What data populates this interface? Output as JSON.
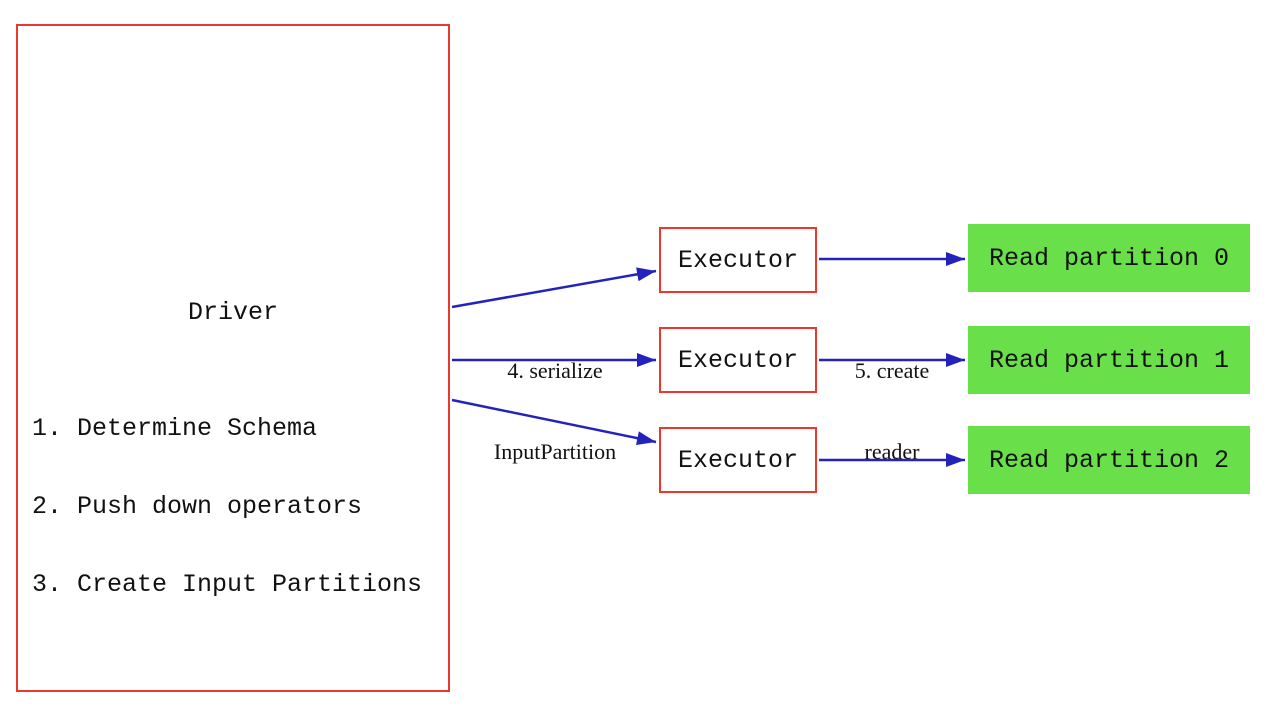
{
  "diagram": {
    "colors": {
      "box_border_red": "#e8392b",
      "arrow_blue": "#2323bb",
      "partition_green": "#69e049",
      "text_black": "#111111",
      "background": "#ffffff"
    },
    "driver": {
      "title": "Driver",
      "steps": [
        "1. Determine Schema",
        "2. Push down operators",
        "3. Create Input Partitions"
      ]
    },
    "executors": [
      {
        "label": "Executor"
      },
      {
        "label": "Executor"
      },
      {
        "label": "Executor"
      }
    ],
    "partitions": [
      {
        "label": "Read partition 0"
      },
      {
        "label": "Read partition 1"
      },
      {
        "label": "Read partition 2"
      }
    ],
    "edge_labels": {
      "serialize": {
        "line1": "4. serialize",
        "line2": "InputPartition"
      },
      "create_reader": {
        "line1": "5. create",
        "line2": "reader"
      }
    }
  }
}
